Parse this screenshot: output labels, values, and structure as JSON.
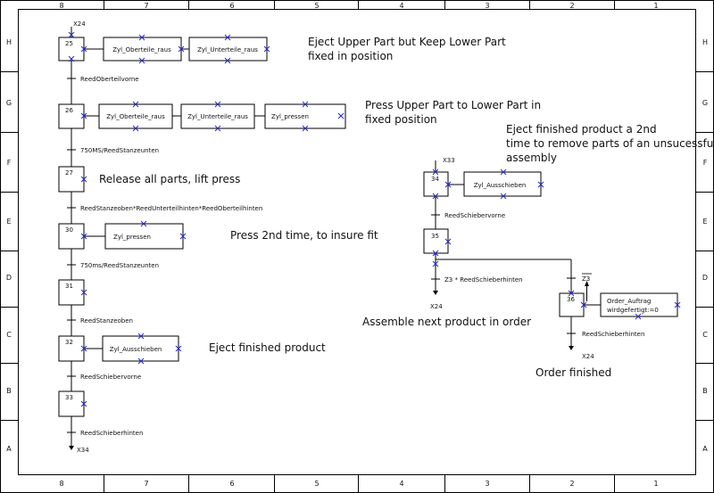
{
  "frame": {
    "columns": [
      "8",
      "7",
      "6",
      "5",
      "4",
      "3",
      "2",
      "1"
    ],
    "rows": [
      "H",
      "G",
      "F",
      "E",
      "D",
      "C",
      "B",
      "A"
    ]
  },
  "steps": [
    {
      "id": "25",
      "label": "25"
    },
    {
      "id": "26",
      "label": "26"
    },
    {
      "id": "27",
      "label": "27"
    },
    {
      "id": "30",
      "label": "30"
    },
    {
      "id": "31",
      "label": "31"
    },
    {
      "id": "32",
      "label": "32"
    },
    {
      "id": "33",
      "label": "33"
    },
    {
      "id": "34",
      "label": "34"
    },
    {
      "id": "35",
      "label": "35"
    },
    {
      "id": "36",
      "label": "36"
    }
  ],
  "actions": {
    "a25_1": "Zyl_Oberteile_raus",
    "a25_2": "Zyl_Unterteile_raus",
    "a26_1": "Zyl_Oberteile_raus",
    "a26_2": "Zyl_Unterteile_raus",
    "a26_3": "Zyl_pressen",
    "a30_1": "Zyl_pressen",
    "a32_1": "Zyl_Ausschieben",
    "a34_1": "Zyl_Ausschieben",
    "a36_1": "Order_Auftrag",
    "a36_2": "wirdgefertigt:=0"
  },
  "transitions": {
    "t25": "ReedOberteilvorne",
    "t26": "750MS/ReedStanzeunten",
    "t27": "ReedStanzeoben*ReedUnterteilhinten*ReedOberteilhinten",
    "t30": "750ms/ReedStanzeunten",
    "t31": "ReedStanzeoben",
    "t32": "ReedSchiebervorne",
    "t33": "ReedSchieberhinten",
    "t34": "ReedSchiebervorne",
    "t35a": "Z3 * ReedSchieberhinten",
    "t35b": "Z3",
    "t36": "ReedSchieberhinten"
  },
  "jumps": {
    "in25": "X24",
    "out33": "X34",
    "in34": "X33",
    "out35": "X24",
    "out36": "X24"
  },
  "notes": {
    "n1_l1": "Eject Upper Part but Keep Lower Part",
    "n1_l2": "fixed in position",
    "n2_l1": "Press Upper Part to Lower Part in",
    "n2_l2": "fixed position",
    "n3_l1": "Eject finished product a 2nd",
    "n3_l2": "time to remove parts of an unsucessfull",
    "n3_l3": "assembly",
    "n4": "Release all parts, lift press",
    "n5": "Press 2nd time, to insure fit",
    "n6": "Assemble next product in order",
    "n7": "Eject finished product",
    "n8": "Order finished"
  },
  "colors": {
    "line": "#000000",
    "marker": "#2a2ad0",
    "background": "#ffffff"
  }
}
